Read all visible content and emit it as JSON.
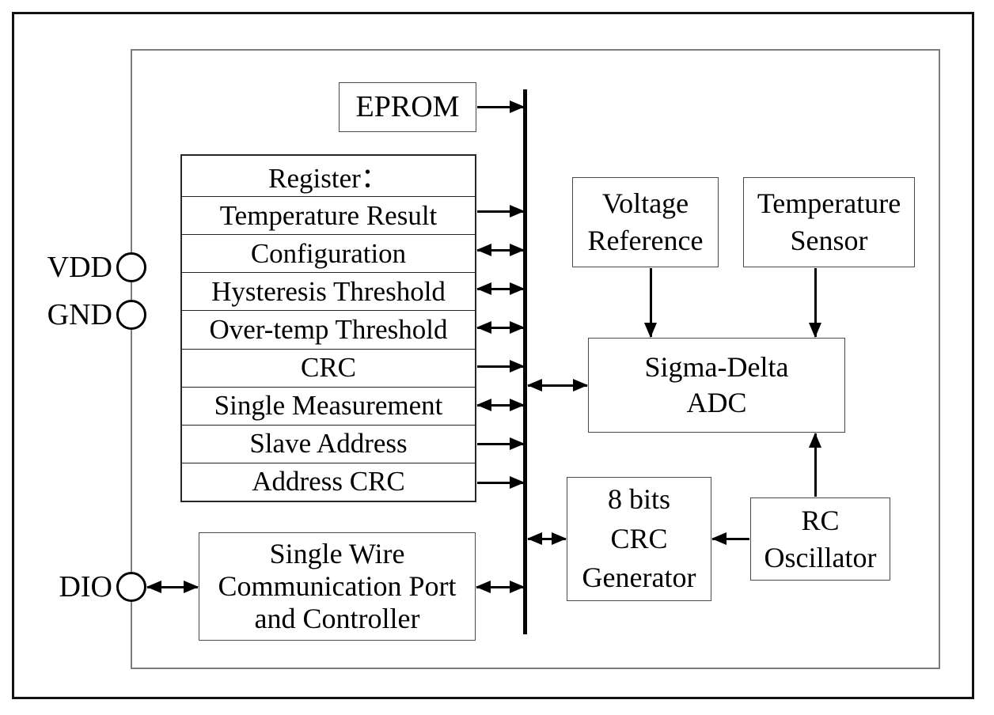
{
  "pins": {
    "vdd": "VDD",
    "gnd": "GND",
    "dio": "DIO"
  },
  "blocks": {
    "eprom": "EPROM",
    "voltage_reference": "Voltage\nReference",
    "temperature_sensor": "Temperature\nSensor",
    "sigma_delta_adc": "Sigma-Delta\nADC",
    "crc_generator": "8 bits\nCRC\nGenerator",
    "rc_oscillator": "RC\nOscillator",
    "comm_port": "Single Wire\nCommunication Port\nand Controller"
  },
  "register": {
    "header": "Register：",
    "rows": [
      "Temperature Result",
      "Configuration",
      "Hysteresis Threshold",
      "Over-temp Threshold",
      "CRC",
      "Single Measurement",
      "Slave Address",
      "Address CRC"
    ]
  },
  "connections": [
    {
      "from": "EPROM",
      "to": "bus",
      "type": "one-way"
    },
    {
      "from": "Temperature Result",
      "to": "bus",
      "type": "one-way"
    },
    {
      "from": "Configuration",
      "to": "bus",
      "type": "bidirectional"
    },
    {
      "from": "Hysteresis Threshold",
      "to": "bus",
      "type": "bidirectional"
    },
    {
      "from": "Over-temp Threshold",
      "to": "bus",
      "type": "bidirectional"
    },
    {
      "from": "CRC",
      "to": "bus",
      "type": "one-way"
    },
    {
      "from": "Single Measurement",
      "to": "bus",
      "type": "bidirectional"
    },
    {
      "from": "Slave Address",
      "to": "bus",
      "type": "one-way"
    },
    {
      "from": "Address CRC",
      "to": "bus",
      "type": "one-way"
    },
    {
      "from": "bus",
      "to": "Sigma-Delta ADC",
      "type": "bidirectional"
    },
    {
      "from": "bus",
      "to": "8 bits CRC Generator",
      "type": "bidirectional"
    },
    {
      "from": "Single Wire Communication Port and Controller",
      "to": "bus",
      "type": "bidirectional"
    },
    {
      "from": "DIO",
      "to": "Single Wire Communication Port and Controller",
      "type": "bidirectional"
    },
    {
      "from": "Voltage Reference",
      "to": "Sigma-Delta ADC",
      "type": "one-way"
    },
    {
      "from": "Temperature Sensor",
      "to": "Sigma-Delta ADC",
      "type": "one-way"
    },
    {
      "from": "RC Oscillator",
      "to": "Sigma-Delta ADC",
      "type": "one-way"
    },
    {
      "from": "RC Oscillator",
      "to": "8 bits CRC Generator",
      "type": "one-way"
    }
  ],
  "colors": {
    "line": "#000000",
    "box_border": "#4a4a4a",
    "outer_border": "#111111",
    "inner_border": "#7d7d7d",
    "background": "#ffffff"
  }
}
